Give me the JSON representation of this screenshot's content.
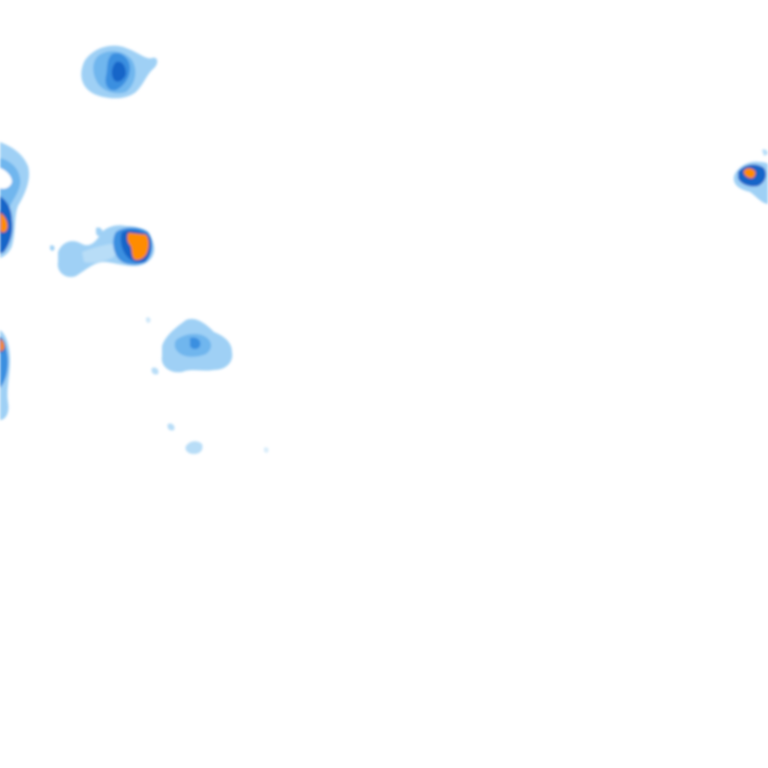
{
  "map": {
    "kind": "precipitation-radar-tile",
    "background": "#ffffff",
    "intensity_palette": {
      "light": "#9fd0f5",
      "light_mid": "#6fb6ee",
      "medium": "#3a8fe0",
      "heavy": "#1565c8",
      "very_heavy": "#ff8c00",
      "very_heavy_outline": "#0b4fa8"
    },
    "echo_cells": [
      {
        "id": "cell-north-west",
        "peak_intensity": "heavy"
      },
      {
        "id": "cell-west-edge-upper",
        "peak_intensity": "very_heavy"
      },
      {
        "id": "cell-west-central",
        "peak_intensity": "very_heavy"
      },
      {
        "id": "cell-central-south",
        "peak_intensity": "medium"
      },
      {
        "id": "cell-west-edge-lower",
        "peak_intensity": "very_heavy"
      },
      {
        "id": "cell-east-edge",
        "peak_intensity": "very_heavy"
      },
      {
        "id": "cell-scattered-south",
        "peak_intensity": "light"
      }
    ]
  }
}
